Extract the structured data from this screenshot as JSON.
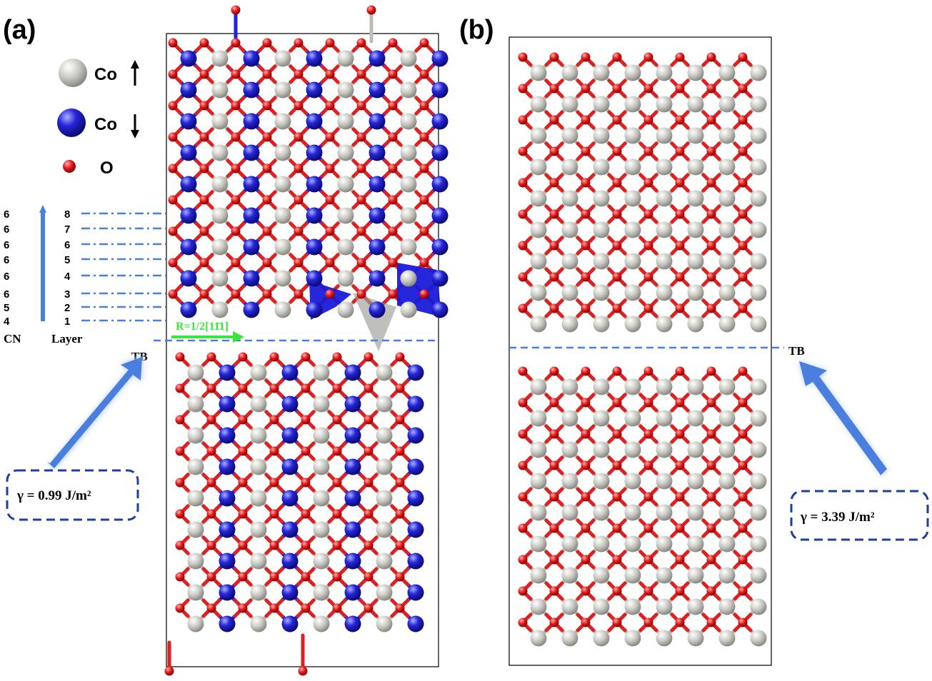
{
  "panels": {
    "a": "(a)",
    "b": "(b)"
  },
  "legend": {
    "items": [
      {
        "symbol": "Co",
        "spin": "up"
      },
      {
        "symbol": "Co",
        "spin": "down"
      },
      {
        "symbol": "O",
        "spin": "none"
      }
    ]
  },
  "layers": {
    "cn_values": [
      "6",
      "6",
      "6",
      "6",
      "6",
      "6",
      "5",
      "4"
    ],
    "layer_values": [
      "8",
      "7",
      "6",
      "5",
      "4",
      "3",
      "2",
      "1"
    ],
    "cn_header": "CN",
    "layer_header": "Layer"
  },
  "labels": {
    "tb_a": "TB",
    "tb_b": "TB",
    "shift_vector": "R=1/2[11̄1]",
    "gamma_a": "γ = 0.99 J/m²",
    "gamma_b": "γ = 3.39 J/m²"
  },
  "colors": {
    "co_up": "#c8c8c0",
    "co_down": "#2323d8",
    "oxygen": "#e02020",
    "boundary_line": "#4a7fe0",
    "arrow": "#4a7fe0",
    "shift_arrow": "#39e639",
    "box_border": "#1f3f9a"
  }
}
